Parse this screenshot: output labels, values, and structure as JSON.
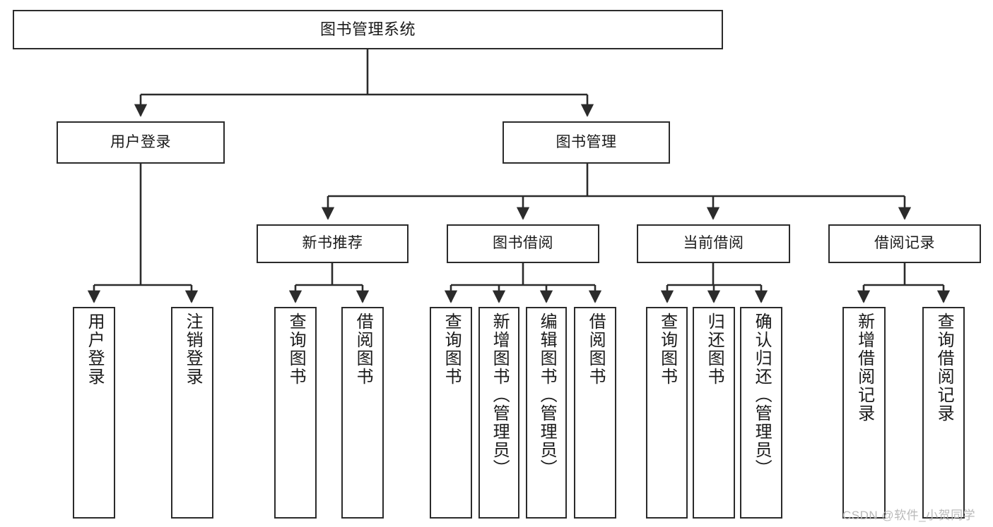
{
  "diagram": {
    "title": "图书管理系统",
    "type": "tree-hierarchy",
    "orientation": "top-down",
    "colors": {
      "box_border": "#2b2b2b",
      "box_fill": "#ffffff",
      "edge": "#2b2b2b",
      "text": "#1a1a1a",
      "watermark": "#b9b9b9",
      "background": "#ffffff"
    },
    "watermark": "CSDN @软件_小贺同学",
    "nodes": {
      "root": {
        "label": "图书管理系统"
      },
      "tier2": [
        {
          "label": "用户登录"
        },
        {
          "label": "图书管理"
        }
      ],
      "tier3": [
        {
          "label": "新书推荐"
        },
        {
          "label": "图书借阅"
        },
        {
          "label": "当前借阅"
        },
        {
          "label": "借阅记录"
        }
      ],
      "leaves": {
        "user_login": [
          {
            "label": "用户登录"
          },
          {
            "label": "注销登录"
          }
        ],
        "new_book_recommend": [
          {
            "label": "查询图书"
          },
          {
            "label": "借阅图书"
          }
        ],
        "book_borrow": [
          {
            "label": "查询图书"
          },
          {
            "label": "新增图书（管理员）"
          },
          {
            "label": "编辑图书（管理员）"
          },
          {
            "label": "借阅图书"
          }
        ],
        "current_borrow": [
          {
            "label": "查询图书"
          },
          {
            "label": "归还图书"
          },
          {
            "label": "确认归还（管理员）"
          }
        ],
        "borrow_record": [
          {
            "label": "新增借阅记录"
          },
          {
            "label": "查询借阅记录"
          }
        ]
      }
    }
  }
}
